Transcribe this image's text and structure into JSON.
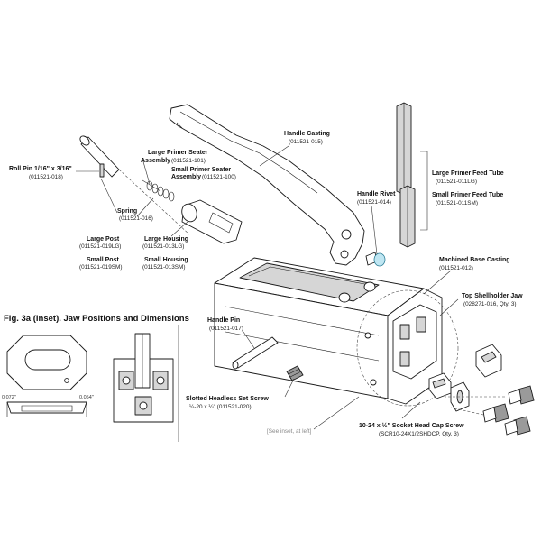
{
  "labels": {
    "handle_casting": {
      "title": "Handle Casting",
      "part": "(011521-015)"
    },
    "large_primer_seater": {
      "title1": "Large Primer Seater",
      "title2": "Assembly",
      "part": "(011521-101)"
    },
    "small_primer_seater": {
      "title1": "Small Primer Seater",
      "title2": "Assembly",
      "part": "(011521-100)"
    },
    "roll_pin": {
      "title": "Roll Pin 1/16\" x 3/16\"",
      "part": "(011521-018)"
    },
    "spring": {
      "title": "Spring",
      "part": "(011521-016)"
    },
    "large_post": {
      "title": "Large Post",
      "part": "(011521-019LG)"
    },
    "small_post": {
      "title": "Small Post",
      "part": "(011521-019SM)"
    },
    "large_housing": {
      "title": "Large Housing",
      "part": "(011521-013LG)"
    },
    "small_housing": {
      "title": "Small Housing",
      "part": "(011521-013SM)"
    },
    "handle_rivet": {
      "title": "Handle Rivet",
      "part": "(011521-014)"
    },
    "large_feed_tube": {
      "title": "Large Primer Feed Tube",
      "part": "(011521-011LG)"
    },
    "small_feed_tube": {
      "title": "Small Primer Feed Tube",
      "part": "(011521-011SM)"
    },
    "machined_base": {
      "title": "Machined Base Casting",
      "part": "(011521-012)"
    },
    "top_shellholder_jaw": {
      "title": "Top Shellholder Jaw",
      "part": "(028271-016, Qty. 3)"
    },
    "handle_pin": {
      "title": "Handle Pin",
      "part": "(011521-017)"
    },
    "set_screw": {
      "title": "Slotted Headless Set Screw",
      "part": "¼-20 x ¼\" (011521-020)"
    },
    "cap_screw": {
      "title": "10-24 x ½\"  Socket Head Cap Screw",
      "part": "(SCR10-24X1/2SHDCP, Qty. 3)"
    }
  },
  "inset": {
    "title": "Fig. 3a (inset). Jaw Positions and Dimensions",
    "dim_left": "0.072\"",
    "dim_right": "0.054\""
  },
  "note": "[See inset, at left]"
}
